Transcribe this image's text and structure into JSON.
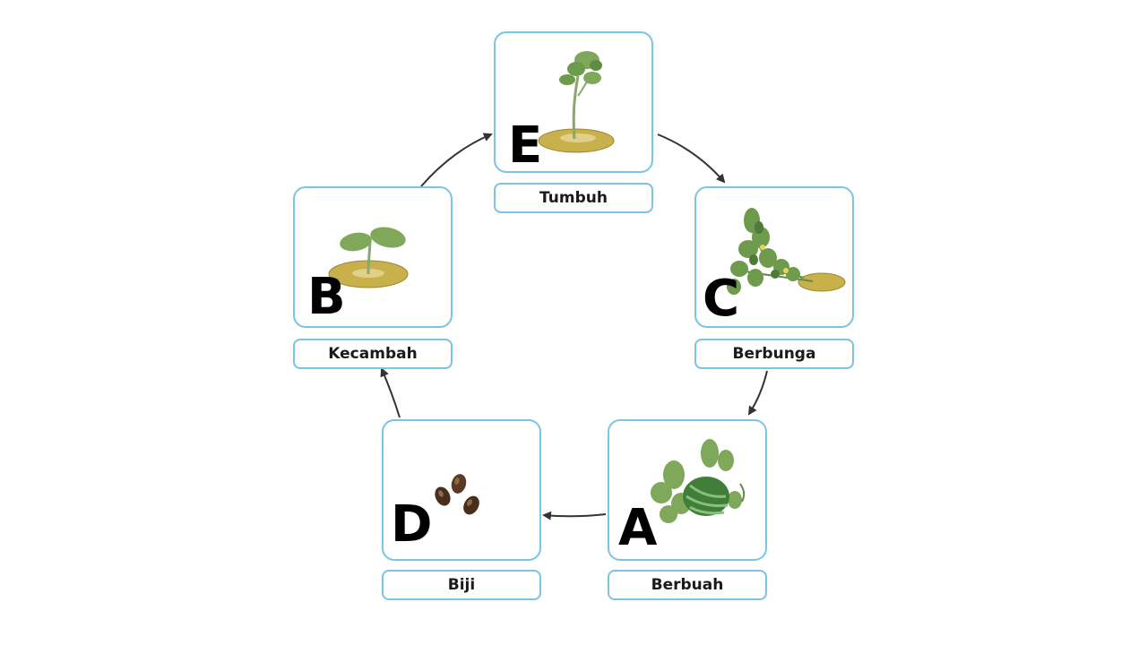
{
  "stages": {
    "tumbuh": {
      "letter": "E",
      "label": "Tumbuh"
    },
    "berbunga": {
      "letter": "C",
      "label": "Berbunga"
    },
    "berbuah": {
      "letter": "A",
      "label": "Berbuah"
    },
    "biji": {
      "letter": "D",
      "label": "Biji"
    },
    "kecambah": {
      "letter": "B",
      "label": "Kecambah"
    }
  },
  "colors": {
    "card_border": "#7cc3e6",
    "arrow": "#333333",
    "leaf": "#7fa85a",
    "leaf_dark": "#4f7a37",
    "soil": "#c8b04a",
    "seed": "#4a2e1c",
    "melon": "#3f7f3a"
  }
}
